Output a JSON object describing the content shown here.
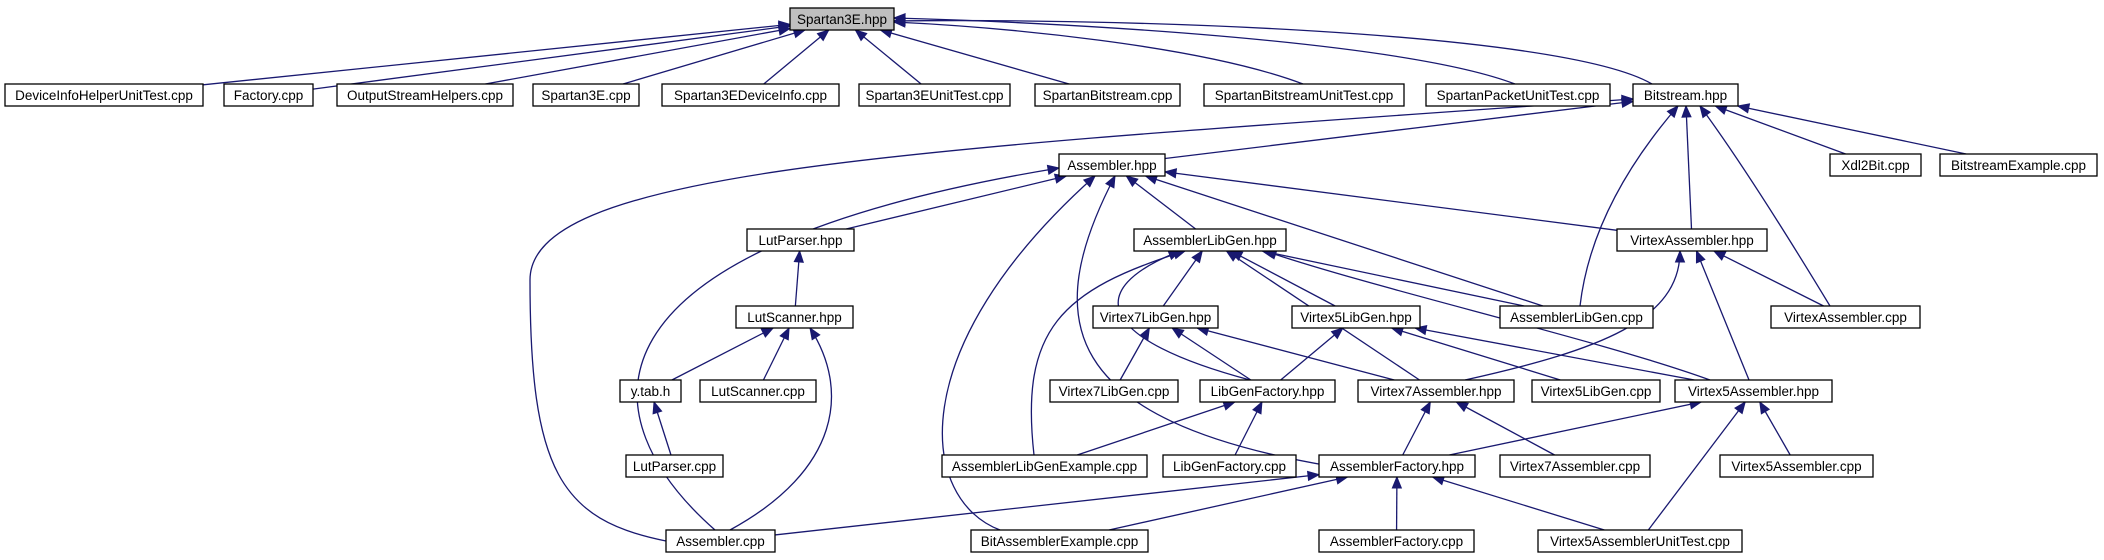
{
  "diagram": {
    "edge_color": "#191970",
    "root_fill": "#bfbfbf",
    "nodes": [
      {
        "id": "spartan3e_hpp",
        "label": "Spartan3E.hpp",
        "root": true
      },
      {
        "id": "deviceinfohelperunittest_cpp",
        "label": "DeviceInfoHelperUnitTest.cpp"
      },
      {
        "id": "factory_cpp",
        "label": "Factory.cpp"
      },
      {
        "id": "outputstreamhelpers_cpp",
        "label": "OutputStreamHelpers.cpp"
      },
      {
        "id": "spartan3e_cpp",
        "label": "Spartan3E.cpp"
      },
      {
        "id": "spartan3edeviceinfo_cpp",
        "label": "Spartan3EDeviceInfo.cpp"
      },
      {
        "id": "spartan3eunittest_cpp",
        "label": "Spartan3EUnitTest.cpp"
      },
      {
        "id": "spartanbitstream_cpp",
        "label": "SpartanBitstream.cpp"
      },
      {
        "id": "spartanbitstreamunittest_cpp",
        "label": "SpartanBitstreamUnitTest.cpp"
      },
      {
        "id": "spartanpacketunittest_cpp",
        "label": "SpartanPacketUnitTest.cpp"
      },
      {
        "id": "bitstream_hpp",
        "label": "Bitstream.hpp"
      },
      {
        "id": "assembler_hpp",
        "label": "Assembler.hpp"
      },
      {
        "id": "xdl2bit_cpp",
        "label": "Xdl2Bit.cpp"
      },
      {
        "id": "bitstreamexample_cpp",
        "label": "BitstreamExample.cpp"
      },
      {
        "id": "lutparser_hpp",
        "label": "LutParser.hpp"
      },
      {
        "id": "assemblerlibgen_hpp",
        "label": "AssemblerLibGen.hpp"
      },
      {
        "id": "virtexassembler_hpp",
        "label": "VirtexAssembler.hpp"
      },
      {
        "id": "lutscanner_hpp",
        "label": "LutScanner.hpp"
      },
      {
        "id": "virtex7libgen_hpp",
        "label": "Virtex7LibGen.hpp"
      },
      {
        "id": "virtex5libgen_hpp",
        "label": "Virtex5LibGen.hpp"
      },
      {
        "id": "assemblerlibgen_cpp",
        "label": "AssemblerLibGen.cpp"
      },
      {
        "id": "virtexassembler_cpp",
        "label": "VirtexAssembler.cpp"
      },
      {
        "id": "y_tab_h",
        "label": "y.tab.h"
      },
      {
        "id": "lutscanner_cpp",
        "label": "LutScanner.cpp"
      },
      {
        "id": "virtex7libgen_cpp",
        "label": "Virtex7LibGen.cpp"
      },
      {
        "id": "libgenfactory_hpp",
        "label": "LibGenFactory.hpp"
      },
      {
        "id": "virtex7assembler_hpp",
        "label": "Virtex7Assembler.hpp"
      },
      {
        "id": "virtex5libgen_cpp",
        "label": "Virtex5LibGen.cpp"
      },
      {
        "id": "virtex5assembler_hpp",
        "label": "Virtex5Assembler.hpp"
      },
      {
        "id": "lutparser_cpp",
        "label": "LutParser.cpp"
      },
      {
        "id": "assemblerlibgenexample_cpp",
        "label": "AssemblerLibGenExample.cpp"
      },
      {
        "id": "libgenfactory_cpp",
        "label": "LibGenFactory.cpp"
      },
      {
        "id": "assemblerfactory_hpp",
        "label": "AssemblerFactory.hpp"
      },
      {
        "id": "virtex7assembler_cpp",
        "label": "Virtex7Assembler.cpp"
      },
      {
        "id": "virtex5assembler_cpp",
        "label": "Virtex5Assembler.cpp"
      },
      {
        "id": "assembler_cpp",
        "label": "Assembler.cpp"
      },
      {
        "id": "bitassemblerexample_cpp",
        "label": "BitAssemblerExample.cpp"
      },
      {
        "id": "assemblerfactory_cpp",
        "label": "AssemblerFactory.cpp"
      },
      {
        "id": "virtex5assemblerunittest_cpp",
        "label": "Virtex5AssemblerUnitTest.cpp"
      }
    ],
    "edges": [
      {
        "from": "deviceinfohelperunittest_cpp",
        "to": "spartan3e_hpp"
      },
      {
        "from": "factory_cpp",
        "to": "spartan3e_hpp"
      },
      {
        "from": "outputstreamhelpers_cpp",
        "to": "spartan3e_hpp"
      },
      {
        "from": "spartan3e_cpp",
        "to": "spartan3e_hpp"
      },
      {
        "from": "spartan3edeviceinfo_cpp",
        "to": "spartan3e_hpp"
      },
      {
        "from": "spartan3eunittest_cpp",
        "to": "spartan3e_hpp"
      },
      {
        "from": "spartanbitstream_cpp",
        "to": "spartan3e_hpp"
      },
      {
        "from": "spartanbitstreamunittest_cpp",
        "to": "spartan3e_hpp"
      },
      {
        "from": "spartanpacketunittest_cpp",
        "to": "spartan3e_hpp"
      },
      {
        "from": "bitstream_hpp",
        "to": "spartan3e_hpp"
      },
      {
        "from": "assembler_hpp",
        "to": "bitstream_hpp"
      },
      {
        "from": "xdl2bit_cpp",
        "to": "bitstream_hpp"
      },
      {
        "from": "bitstreamexample_cpp",
        "to": "bitstream_hpp"
      },
      {
        "from": "assembler_cpp",
        "to": "bitstream_hpp"
      },
      {
        "from": "assemblerlibgen_cpp",
        "to": "bitstream_hpp"
      },
      {
        "from": "virtexassembler_hpp",
        "to": "bitstream_hpp"
      },
      {
        "from": "virtexassembler_cpp",
        "to": "bitstream_hpp"
      },
      {
        "from": "lutparser_hpp",
        "to": "assembler_hpp"
      },
      {
        "from": "assemblerlibgen_hpp",
        "to": "assembler_hpp"
      },
      {
        "from": "virtexassembler_hpp",
        "to": "assembler_hpp"
      },
      {
        "from": "assemblerlibgen_cpp",
        "to": "assembler_hpp"
      },
      {
        "from": "assembler_cpp",
        "to": "assembler_hpp"
      },
      {
        "from": "bitassemblerexample_cpp",
        "to": "assembler_hpp"
      },
      {
        "from": "assemblerfactory_hpp",
        "to": "assembler_hpp"
      },
      {
        "from": "lutscanner_hpp",
        "to": "lutparser_hpp"
      },
      {
        "from": "y_tab_h",
        "to": "lutscanner_hpp"
      },
      {
        "from": "lutscanner_cpp",
        "to": "lutscanner_hpp"
      },
      {
        "from": "assembler_cpp",
        "to": "lutscanner_hpp"
      },
      {
        "from": "lutparser_cpp",
        "to": "y_tab_h"
      },
      {
        "from": "virtex7libgen_hpp",
        "to": "assemblerlibgen_hpp"
      },
      {
        "from": "virtex5libgen_hpp",
        "to": "assemblerlibgen_hpp"
      },
      {
        "from": "assemblerlibgen_cpp",
        "to": "assemblerlibgen_hpp"
      },
      {
        "from": "libgenfactory_hpp",
        "to": "assemblerlibgen_hpp"
      },
      {
        "from": "virtex7assembler_hpp",
        "to": "assemblerlibgen_hpp"
      },
      {
        "from": "virtex5assembler_hpp",
        "to": "assemblerlibgen_hpp"
      },
      {
        "from": "assemblerlibgenexample_cpp",
        "to": "assemblerlibgen_hpp"
      },
      {
        "from": "virtexassembler_cpp",
        "to": "virtexassembler_hpp"
      },
      {
        "from": "virtex7assembler_hpp",
        "to": "virtexassembler_hpp"
      },
      {
        "from": "virtex5assembler_hpp",
        "to": "virtexassembler_hpp"
      },
      {
        "from": "virtex7libgen_cpp",
        "to": "virtex7libgen_hpp"
      },
      {
        "from": "libgenfactory_hpp",
        "to": "virtex7libgen_hpp"
      },
      {
        "from": "virtex7assembler_hpp",
        "to": "virtex7libgen_hpp"
      },
      {
        "from": "libgenfactory_hpp",
        "to": "virtex5libgen_hpp"
      },
      {
        "from": "virtex5libgen_cpp",
        "to": "virtex5libgen_hpp"
      },
      {
        "from": "virtex5assembler_hpp",
        "to": "virtex5libgen_hpp"
      },
      {
        "from": "assemblerlibgenexample_cpp",
        "to": "libgenfactory_hpp"
      },
      {
        "from": "libgenfactory_cpp",
        "to": "libgenfactory_hpp"
      },
      {
        "from": "assemblerfactory_hpp",
        "to": "virtex7assembler_hpp"
      },
      {
        "from": "virtex7assembler_cpp",
        "to": "virtex7assembler_hpp"
      },
      {
        "from": "assemblerfactory_hpp",
        "to": "virtex5assembler_hpp"
      },
      {
        "from": "virtex5assembler_cpp",
        "to": "virtex5assembler_hpp"
      },
      {
        "from": "virtex5assemblerunittest_cpp",
        "to": "virtex5assembler_hpp"
      },
      {
        "from": "assembler_cpp",
        "to": "assemblerfactory_hpp"
      },
      {
        "from": "bitassemblerexample_cpp",
        "to": "assemblerfactory_hpp"
      },
      {
        "from": "assemblerfactory_cpp",
        "to": "assemblerfactory_hpp"
      },
      {
        "from": "virtex5assemblerunittest_cpp",
        "to": "assemblerfactory_hpp"
      }
    ]
  }
}
